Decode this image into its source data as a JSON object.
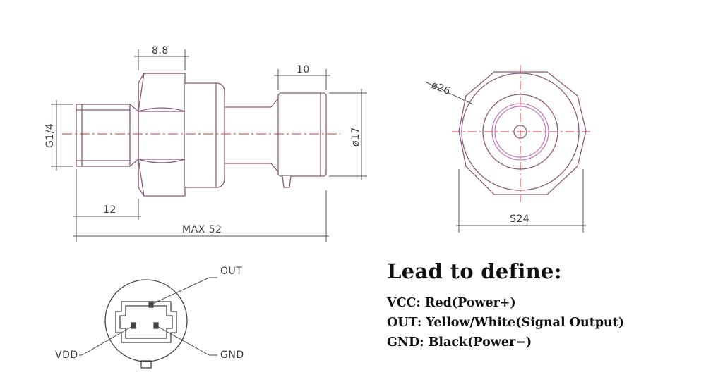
{
  "drawing": {
    "dimensions": {
      "hex_width": "8.8",
      "connector_width": "10",
      "thread": "G1/4",
      "connector_dia": "ø17",
      "thread_length": "12",
      "overall_length": "MAX 52",
      "flange_dia": "ø26",
      "hex_across_flats": "S24"
    },
    "pins": {
      "out": "OUT",
      "vdd": "VDD",
      "gnd": "GND"
    }
  },
  "legend": {
    "title": "Lead to define:",
    "rows": [
      {
        "key": "VCC:",
        "value": "Red(Power+)"
      },
      {
        "key": "OUT:",
        "value": "Yellow/White(Signal Output)"
      },
      {
        "key": "GND:",
        "value": "Black(Power−)"
      }
    ]
  },
  "colors": {
    "outline": "#8a5a78",
    "dimension_line": "#555555",
    "centerline": "#d23a3a",
    "text": "#111111"
  }
}
